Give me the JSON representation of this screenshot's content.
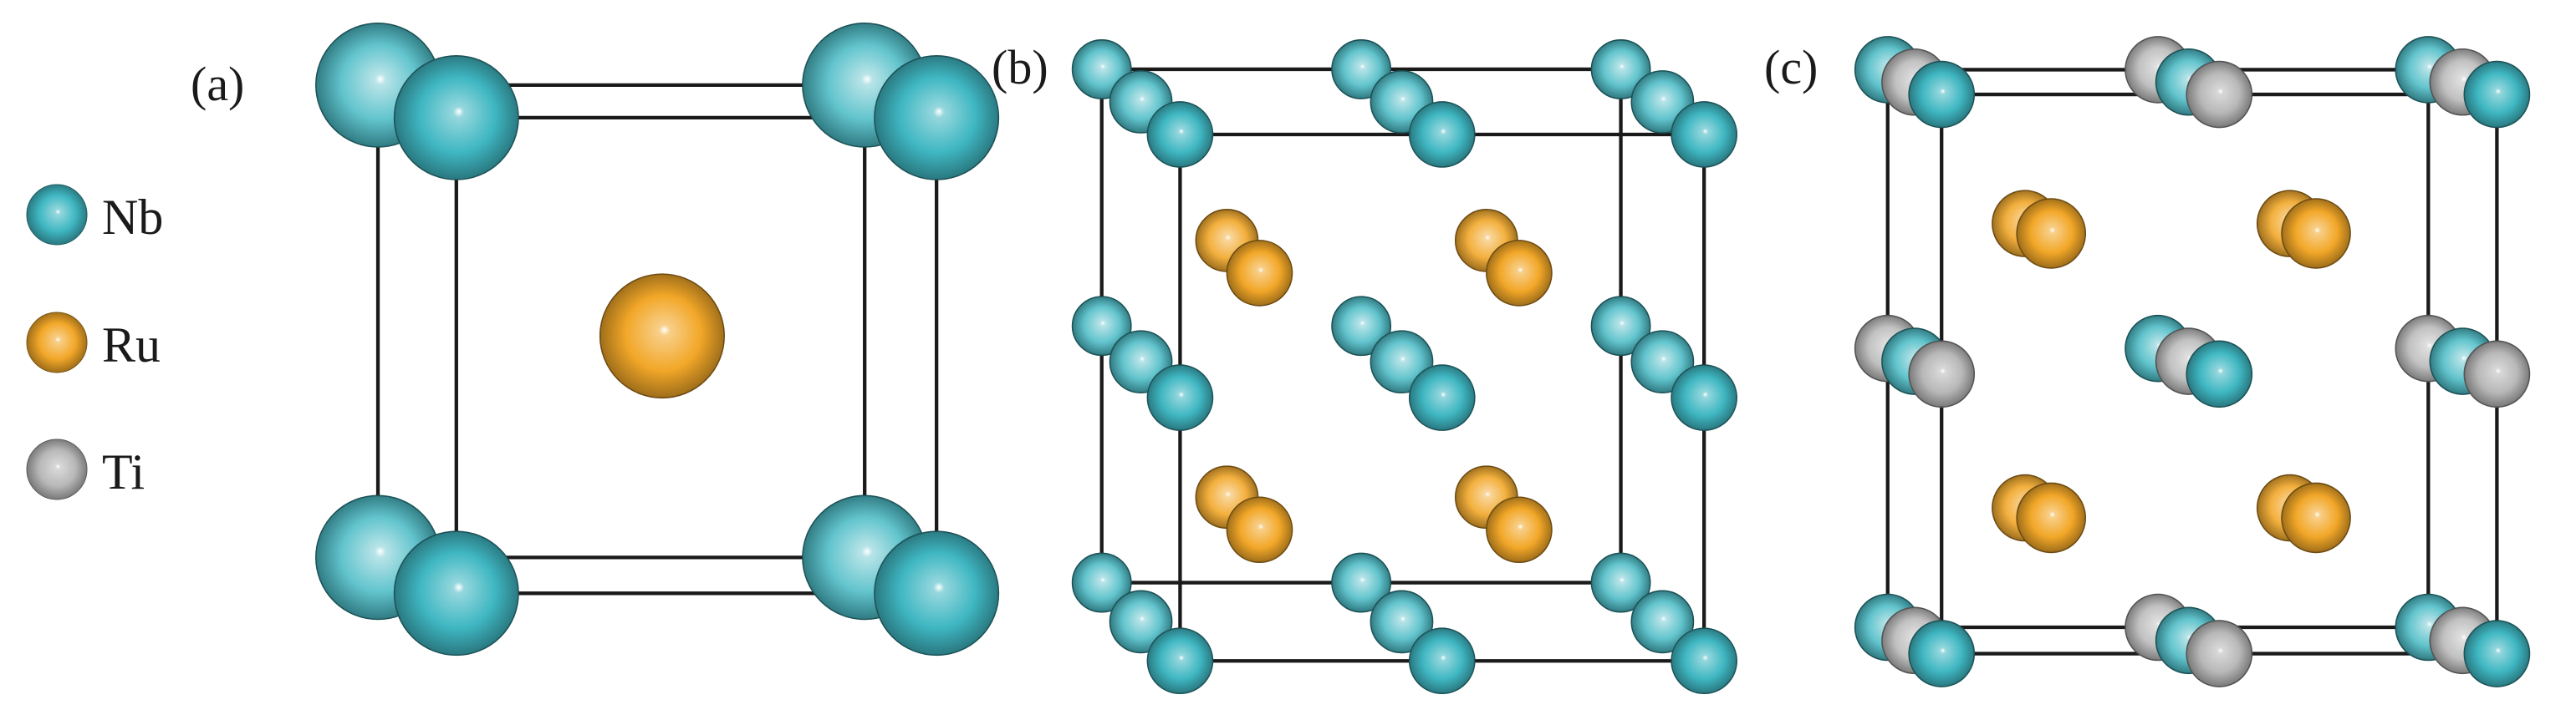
{
  "panels": [
    {
      "id": "a",
      "label": "(a)"
    },
    {
      "id": "b",
      "label": "(b)"
    },
    {
      "id": "c",
      "label": "(c)"
    }
  ],
  "legend": [
    {
      "element": "Nb",
      "label": "Nb",
      "color": "#3fb7c2"
    },
    {
      "element": "Ru",
      "label": "Ru",
      "color": "#f2a728"
    },
    {
      "element": "Ti",
      "label": "Ti",
      "color": "#b8b8b8"
    }
  ],
  "colors": {
    "Nb": "#3fb7c2",
    "Ru": "#f2a728",
    "Ti": "#b8b8b8",
    "edge": "#1a1a1a"
  }
}
